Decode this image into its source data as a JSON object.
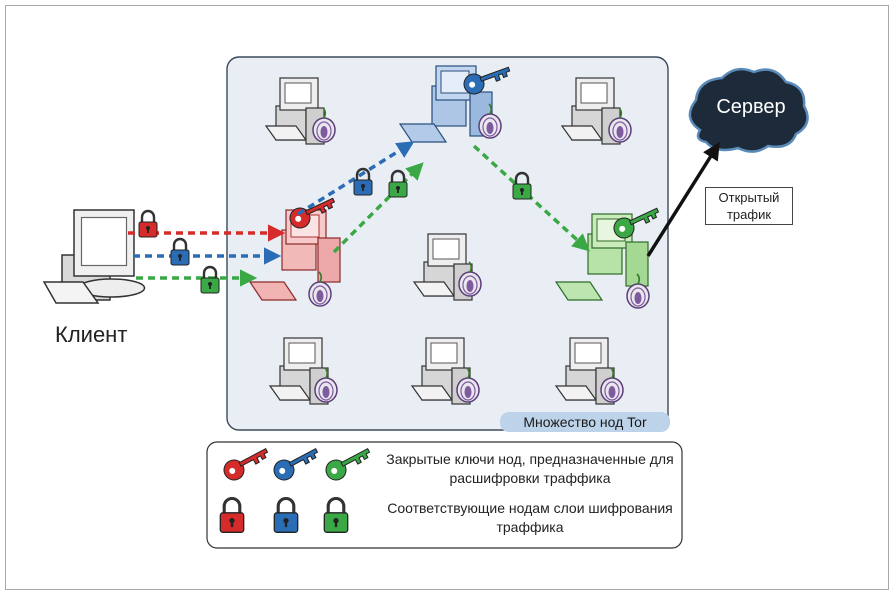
{
  "labels": {
    "client": "Клиент",
    "server": "Сервер",
    "open_traffic": "Открытый трафик",
    "tor_nodes": "Множество нод Tor"
  },
  "legend": {
    "keys_text": "Закрытые ключи нод, предназначенные для расшифровки траффика",
    "locks_text": "Соответствующие нодам слои шифрования траффика"
  },
  "colors": {
    "red": "#d62b2b",
    "blue": "#2a6db5",
    "green": "#3aa845",
    "panel_bg": "#e9eef4",
    "panel_border": "#3a4a5a",
    "label_bg": "#bcd3ea",
    "cloud": "#1c2a3a"
  },
  "icons": [
    "computer-icon",
    "key-icon",
    "padlock-icon",
    "onion-icon",
    "cloud-icon"
  ]
}
